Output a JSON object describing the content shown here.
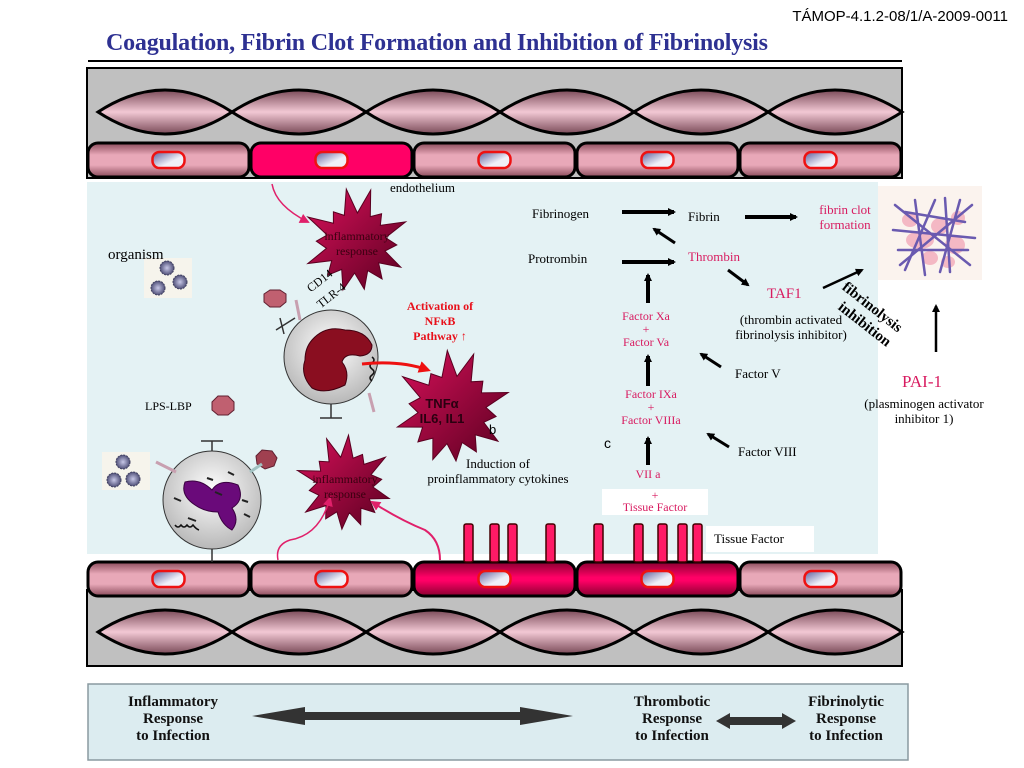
{
  "header": {
    "code": "TÁMOP-4.1.2-08/1/A-2009-0011",
    "title": "Coagulation, Fibrin Clot Formation and Inhibition of Fibrinolysis"
  },
  "colors": {
    "title": "#2e3192",
    "pink_text": "#d81b60",
    "activated_cell": "#ff0066",
    "vessel_wall": "#c0c0c0",
    "interior": "#e4f2f4",
    "nfkb_text": "#e8101a"
  },
  "labels": {
    "endothelium": "endothelium",
    "organism": "organism",
    "cd14": "CD14",
    "tlr4": "TLR-4",
    "lps_lbp": "LPS-LBP",
    "inflammatory_top_1": "inflammatory",
    "inflammatory_top_2": "response",
    "inflammatory_bottom_1": "inflammatory",
    "inflammatory_bottom_2": "response",
    "nfkb_1": "Activation of",
    "nfkb_2": "NFκB",
    "nfkb_3": "Pathway ↑",
    "tnf_1": "TNFα",
    "tnf_2": "IL6, IL1",
    "marker_b": "b",
    "marker_c": "c",
    "induction_1": "Induction of",
    "induction_2": "proinflammatory cytokines",
    "tissue_factor": "Tissue Factor"
  },
  "cascade": {
    "fibrinogen": "Fibrinogen",
    "fibrin": "Fibrin",
    "clot_1": "fibrin clot",
    "clot_2": "formation",
    "protrombin": "Protrombin",
    "thrombin": "Thrombin",
    "taf1": "TAF1",
    "taf1_desc_1": "(thrombin activated",
    "taf1_desc_2": "fibrinolysis inhibitor)",
    "xa_1": "Factor Xa",
    "xa_plus": "+",
    "xa_2": "Factor Va",
    "factor_v": "Factor V",
    "ixa_1": "Factor IXa",
    "ixa_plus": "+",
    "ixa_2": "Factor VIIIa",
    "factor_viii": "Factor VIII",
    "viia_1": "VII a",
    "viia_plus": "+",
    "viia_2": "Tissue Factor",
    "fib_inhib_1": "fibrinolysis",
    "fib_inhib_2": "inhibition",
    "pai1": "PAI-1",
    "pai1_desc_1": "(plasminogen activator",
    "pai1_desc_2": "inhibitor 1)"
  },
  "bottom_bar": {
    "left_1": "Inflammatory",
    "left_2": "Response",
    "left_3": "to Infection",
    "mid_1": "Thrombotic",
    "mid_2": "Response",
    "mid_3": "to Infection",
    "right_1": "Fibrinolytic",
    "right_2": "Response",
    "right_3": "to Infection"
  }
}
